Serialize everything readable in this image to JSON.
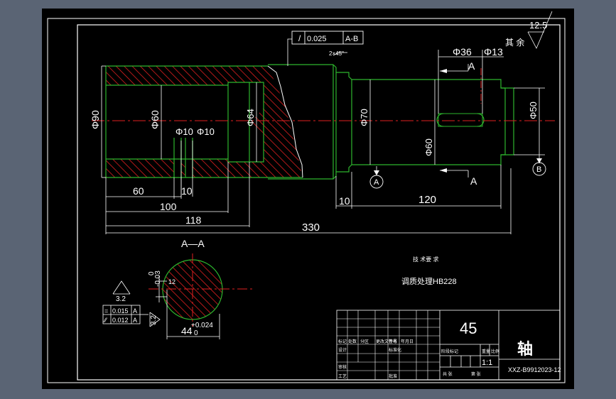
{
  "drawing": {
    "part_name": "轴",
    "material": "45",
    "drawing_no": "XXZ-B9912023-12",
    "scale": "1:1",
    "roughness_other": "12.5",
    "roughness_other_label": "其 余",
    "tech_req_title": "技 术要 求",
    "tech_req_text": "调质处理HB228",
    "section_title": "A—A",
    "geometric_tol": {
      "symbol": "/",
      "value": "0.025",
      "datum": "A-B"
    },
    "chamfer": "2×45°",
    "diameters": {
      "d90": "Φ90",
      "d60_left": "Φ60",
      "d10a": "Φ10",
      "d10b": "Φ10",
      "d64": "Φ64",
      "d70": "Φ70",
      "d60_right": "Φ60",
      "d50": "Φ50",
      "d36": "Φ36",
      "d13": "Φ13"
    },
    "lengths": {
      "l60": "60",
      "l10a": "10",
      "l100": "100",
      "l118": "118",
      "l330": "330",
      "l10b": "10",
      "l120": "120"
    },
    "datum_a": "A",
    "datum_b": "B",
    "section_mark_a_top": "A",
    "section_mark_a_bottom": "A",
    "section": {
      "tol_top": "0",
      "tol_bottom": "-0.03",
      "ra_a": "3.2",
      "ra_b": "3.2",
      "key_width_tol": "12",
      "dim_44": "44",
      "dim_44_tol_upper": "+0.024",
      "dim_44_tol_lower": "0",
      "tol_frame": [
        {
          "symbol": "=",
          "value": "0.015",
          "datum": "A"
        },
        {
          "symbol": "⁄⁄",
          "value": "0.012",
          "datum": "A"
        }
      ]
    },
    "title_block": {
      "labels": [
        "标记",
        "处数",
        "分区",
        "更改文件号",
        "签名",
        "年月日",
        "设计",
        "标准化",
        "阶段标记",
        "重量",
        "比例",
        "审核",
        "工艺",
        "批准",
        "共 张",
        "第 张"
      ]
    }
  }
}
